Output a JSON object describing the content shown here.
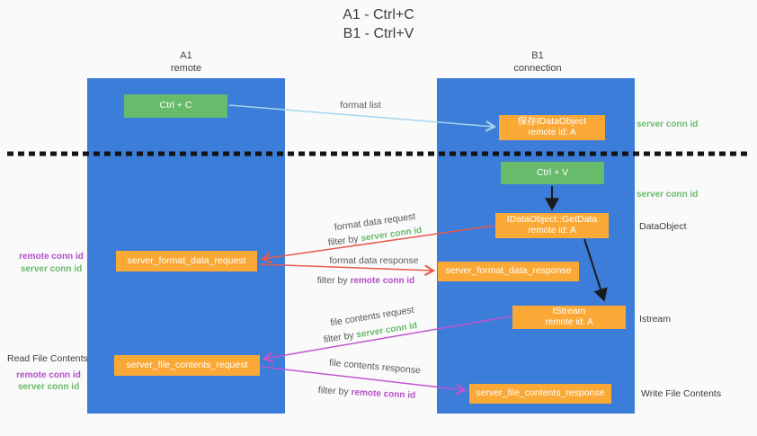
{
  "title": {
    "line1": "A1 - Ctrl+C",
    "line2": "B1 - Ctrl+V"
  },
  "lanes": {
    "left": {
      "title": "A1",
      "subtitle": "remote"
    },
    "right": {
      "title": "B1",
      "subtitle": "connection"
    }
  },
  "nodes": {
    "ctrl_c": {
      "label": "Ctrl + C"
    },
    "save_idataobject": {
      "line1": "保存IDataObject",
      "line2": "remote id: A"
    },
    "ctrl_v": {
      "label": "Ctrl + V"
    },
    "getdata": {
      "line1": "IDataObject::GetData",
      "line2": "remote id: A"
    },
    "format_request": {
      "label": "server_format_data_request"
    },
    "format_response": {
      "label": "server_format_data_response"
    },
    "istream": {
      "line1": "IStream",
      "line2": "remote id: A"
    },
    "file_request": {
      "label": "server_file_contents_request"
    },
    "file_response": {
      "label": "server_file_contents_response"
    }
  },
  "edge_labels": {
    "format_list": "format list",
    "format_data_request": "format data request",
    "format_data_response": "format data response",
    "file_contents_request": "file contents request",
    "file_contents_response": "file contents response",
    "filter_by": "filter by",
    "server_conn_id": "server conn id",
    "remote_conn_id": "remote conn id"
  },
  "side_labels": {
    "server_conn_id_right_top": "server conn id",
    "server_conn_id_right_mid": "server conn id",
    "dataobject": "DataObject",
    "istream": "Istream",
    "write_file_contents": "Write File Contents",
    "read_file_contents": "Read File Contents",
    "remote_conn_id_left_1": "remote conn id",
    "server_conn_id_left_1": "server conn id",
    "remote_conn_id_left_2": "remote conn id",
    "server_conn_id_left_2": "server conn id"
  },
  "colors": {
    "lane_blue": "#3b7dd8",
    "node_green": "#67bb6a",
    "node_orange": "#faa937",
    "arrow_red": "#e8594a",
    "arrow_purple": "#c155cf",
    "arrow_light_blue": "#a5d5ef",
    "arrow_black": "#1a1a1a",
    "text_green": "#67bb6a",
    "text_purple": "#b44fc8",
    "text_gray": "#595959"
  }
}
